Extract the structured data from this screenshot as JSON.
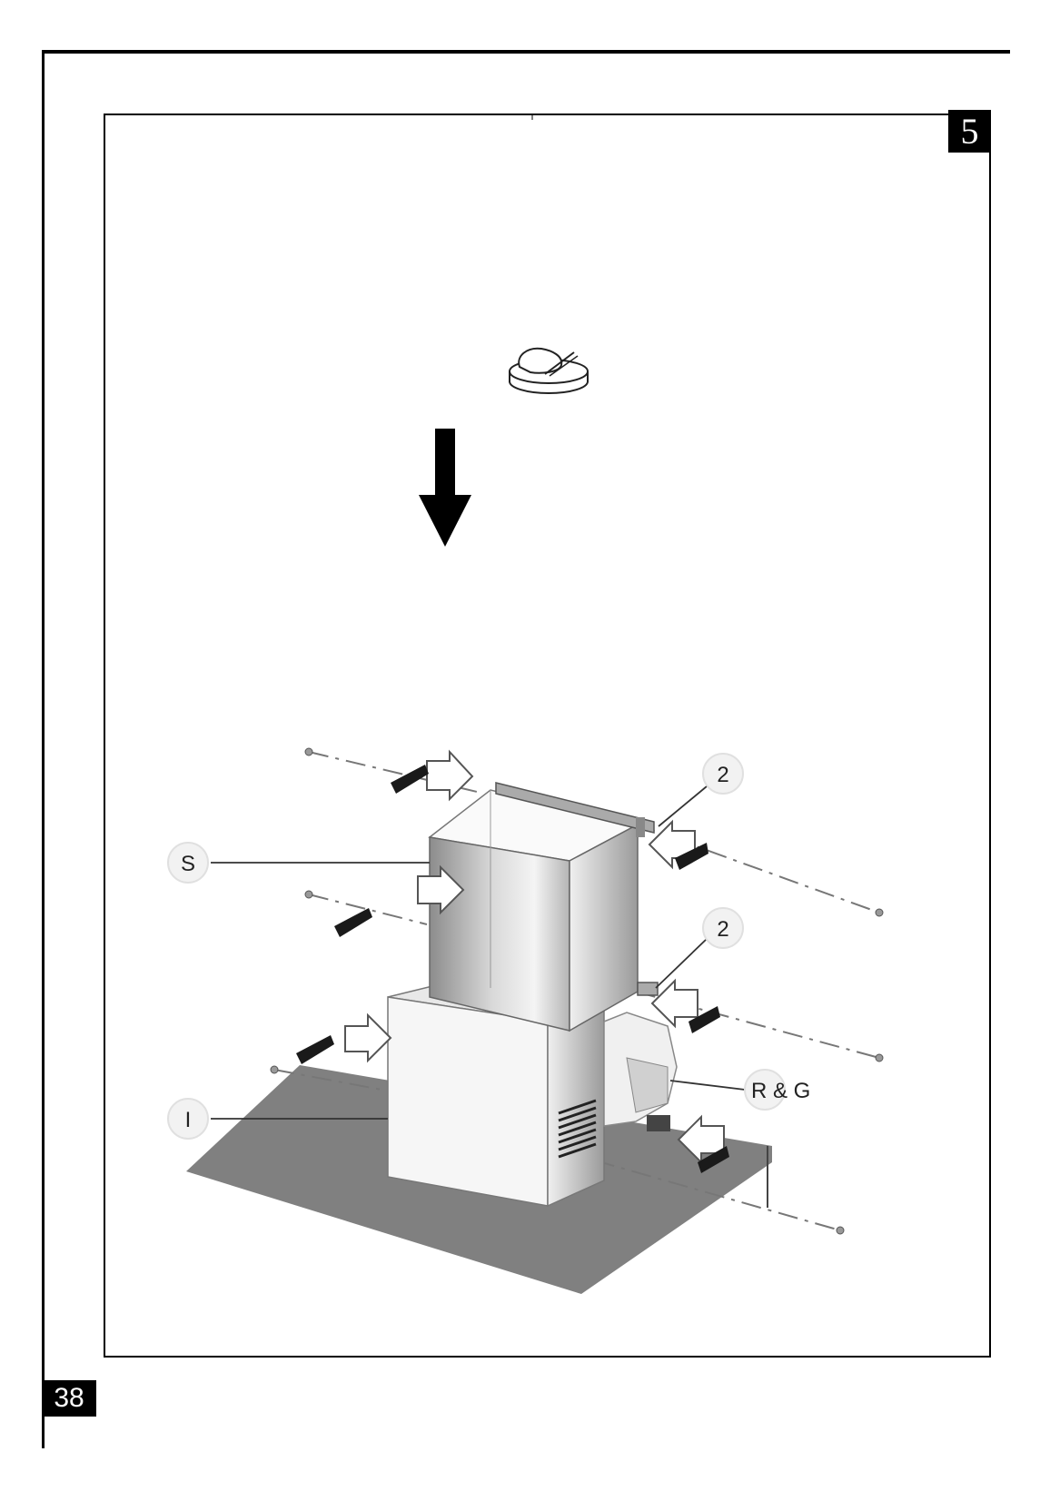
{
  "page": {
    "number": "38"
  },
  "figure": {
    "step": "5",
    "callouts": {
      "part_s": "S",
      "part_i": "I",
      "part_rg": "R & G",
      "bracket_upper": "2",
      "bracket_lower": "2"
    }
  }
}
